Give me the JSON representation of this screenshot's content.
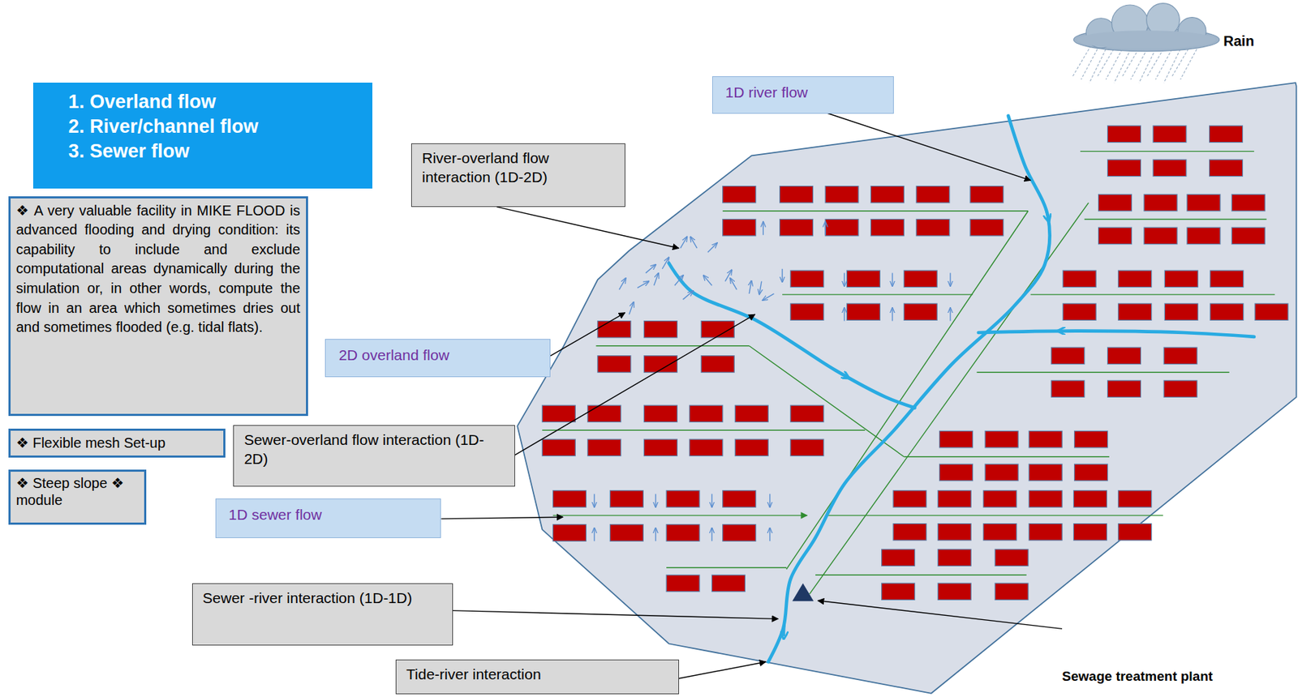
{
  "diagram": {
    "nodes": [
      {
        "text": [
          "1. Overland flow",
          "2. River/channel flow",
          "3. Sewer flow"
        ]
      },
      {
        "text": [
          "❖ A very valuable facility in MIKE FLOOD is advanced flooding and drying condition: its capability to include and exclude computational areas dynamically during the simulation or, in other words, compute the flow in an area which sometimes dries out and sometimes flooded (e.g. tidal flats)."
        ]
      },
      {
        "text": [
          "1D river flow"
        ]
      },
      {
        "text": [
          "River-overland flow interaction (1D-2D)"
        ]
      },
      {
        "text": [
          "2D overland flow"
        ]
      },
      {
        "text": [
          "❖ Flexible mesh Set-up"
        ]
      },
      {
        "text": [
          "Sewer-overland flow interaction (1D-2D)"
        ]
      },
      {
        "text": [
          "❖ Steep slope ❖ module"
        ]
      },
      {
        "text": [
          "1D sewer flow"
        ]
      },
      {
        "text": [
          "Sewer -river interaction (1D-1D)"
        ]
      },
      {
        "text": [
          "Tide-river interaction"
        ]
      }
    ],
    "labels": [
      "Rain",
      "Sewage treatment plant"
    ]
  }
}
